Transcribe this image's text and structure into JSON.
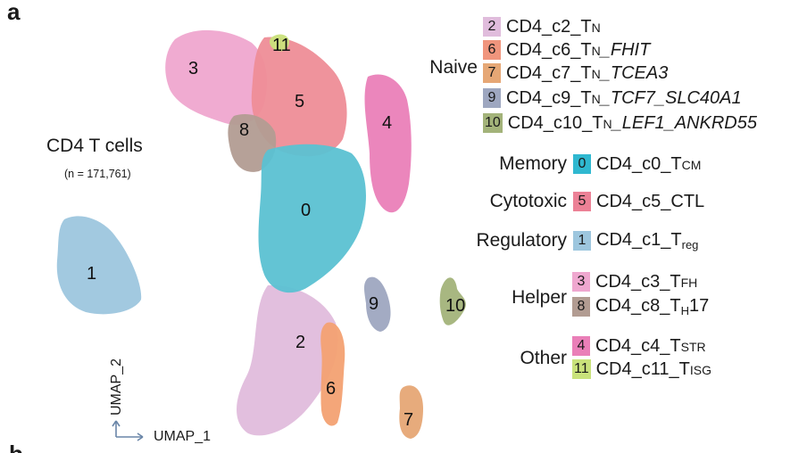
{
  "panel_letter": "a",
  "next_panel_letter": "b",
  "title": "CD4 T cells",
  "subtitle": "(n = 171,761)",
  "axis": {
    "y": "UMAP_2",
    "x": "UMAP_1"
  },
  "clusters": [
    {
      "id": "0",
      "color": "#5bc1d2"
    },
    {
      "id": "1",
      "color": "#9dc6de"
    },
    {
      "id": "2",
      "color": "#e0bcdc"
    },
    {
      "id": "3",
      "color": "#efa7cf"
    },
    {
      "id": "4",
      "color": "#ea7fb8"
    },
    {
      "id": "5",
      "color": "#ee8d97"
    },
    {
      "id": "6",
      "color": "#f3a172"
    },
    {
      "id": "7",
      "color": "#e6a775"
    },
    {
      "id": "8",
      "color": "#b29c92"
    },
    {
      "id": "9",
      "color": "#9ea7c0"
    },
    {
      "id": "10",
      "color": "#a3b37a"
    },
    {
      "id": "11",
      "color": "#c9e27b"
    }
  ],
  "legend": [
    {
      "group": "Naive",
      "items": [
        {
          "num": "2",
          "color": "#e0bcdc",
          "text": "CD4_c2_T",
          "sc": "N",
          "ital": ""
        },
        {
          "num": "6",
          "color": "#f0957d",
          "text": "CD4_c6_T",
          "sc": "N",
          "ital": "_FHIT"
        },
        {
          "num": "7",
          "color": "#e6a775",
          "text": "CD4_c7_T",
          "sc": "N",
          "ital": "_TCEA3"
        },
        {
          "num": "9",
          "color": "#9ea7c0",
          "text": "CD4_c9_T",
          "sc": "N",
          "ital": "_TCF7_SLC40A1"
        },
        {
          "num": "10",
          "color": "#a3b37a",
          "text": "CD4_c10_T",
          "sc": "N",
          "ital": "_LEF1_ANKRD55"
        }
      ]
    },
    {
      "group": "Memory",
      "items": [
        {
          "num": "0",
          "color": "#2fb8d0",
          "text": "CD4_c0_T",
          "sc": "CM",
          "ital": ""
        }
      ]
    },
    {
      "group": "Cytotoxic",
      "items": [
        {
          "num": "5",
          "color": "#ec8196",
          "text": "CD4_c5_CTL",
          "sc": "",
          "ital": ""
        }
      ]
    },
    {
      "group": "Regulatory",
      "items": [
        {
          "num": "1",
          "color": "#9dc6de",
          "text": "CD4_c1_T",
          "sub": "reg"
        }
      ]
    },
    {
      "group": "Helper",
      "items": [
        {
          "num": "3",
          "color": "#efa7cf",
          "text": "CD4_c3_T",
          "sc": "FH",
          "ital": ""
        },
        {
          "num": "8",
          "color": "#b29c92",
          "text": "CD4_c8_T",
          "sub": "H",
          "after": "17"
        }
      ]
    },
    {
      "group": "Other",
      "items": [
        {
          "num": "4",
          "color": "#ea7fb8",
          "text": "CD4_c4_T",
          "sc": "STR",
          "ital": ""
        },
        {
          "num": "11",
          "color": "#c9e27b",
          "text": "CD4_c11_T",
          "sc": "ISG",
          "ital": ""
        }
      ]
    }
  ]
}
